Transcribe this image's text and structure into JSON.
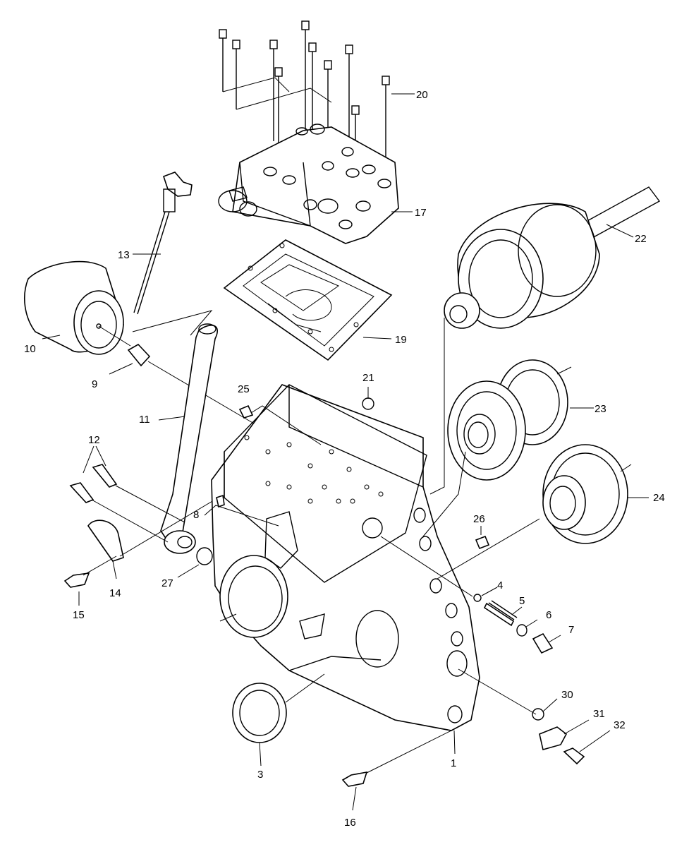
{
  "diagram": {
    "labels": {
      "p1": "1",
      "p3": "3",
      "p4": "4",
      "p5": "5",
      "p6": "6",
      "p7": "7",
      "p8": "8",
      "p9": "9",
      "p10": "10",
      "p11": "11",
      "p12": "12",
      "p13": "13",
      "p14": "14",
      "p15": "15",
      "p16": "16",
      "p17": "17",
      "p19": "19",
      "p20": "20",
      "p21": "21",
      "p22": "22",
      "p23": "23",
      "p24": "24",
      "p25": "25",
      "p26": "26",
      "p27": "27",
      "p30": "30",
      "p31": "31",
      "p32": "32"
    }
  }
}
